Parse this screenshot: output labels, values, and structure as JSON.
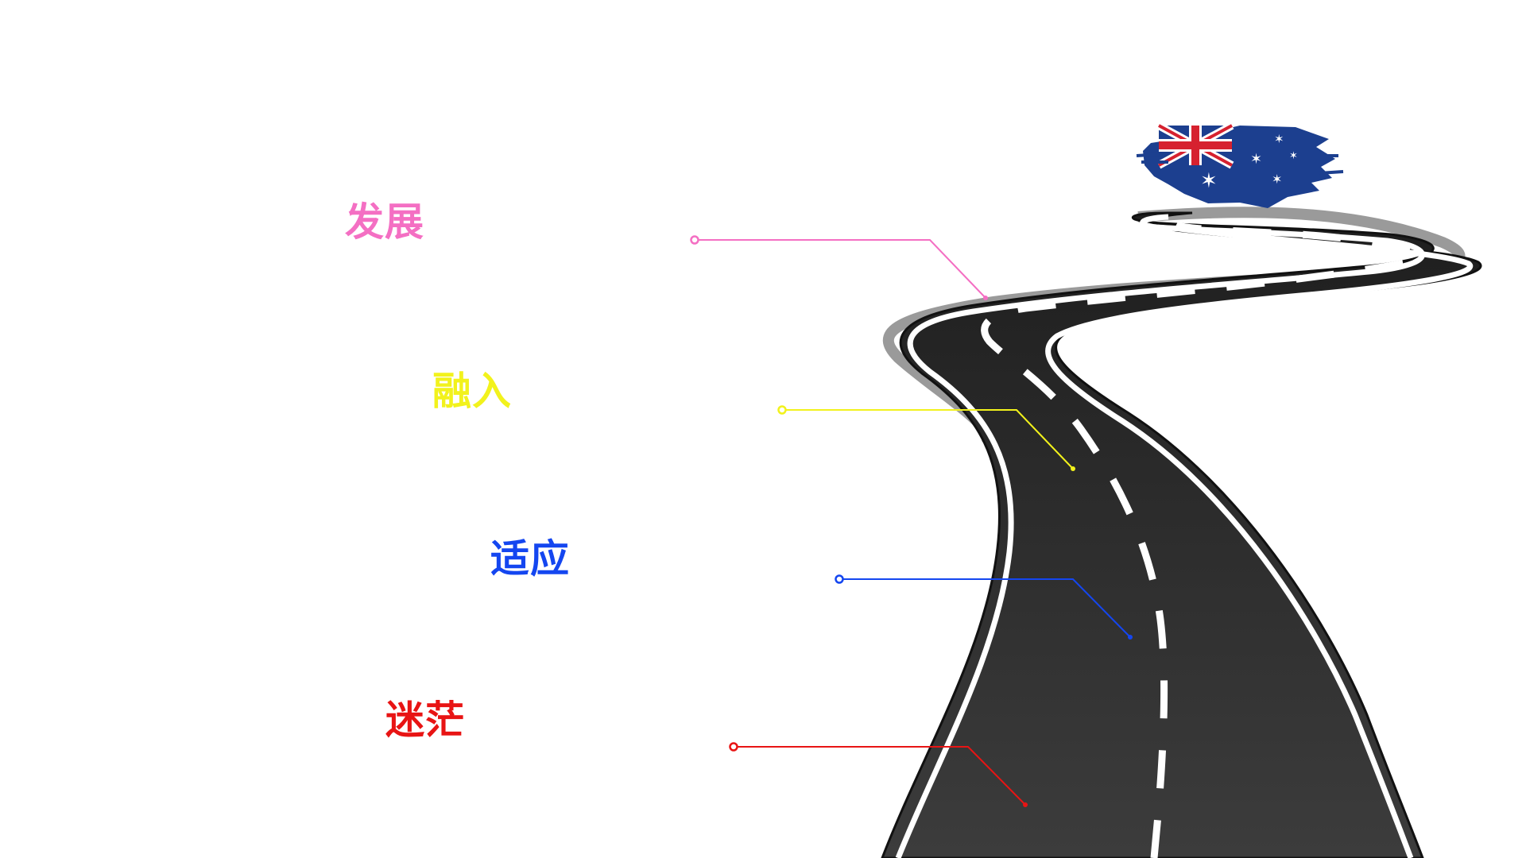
{
  "diagram": {
    "stages": [
      {
        "id": "develop",
        "label": "发展",
        "color": "#f46fc3"
      },
      {
        "id": "integrate",
        "label": "融入",
        "color": "#f2f21c"
      },
      {
        "id": "adapt",
        "label": "适应",
        "color": "#1446f0"
      },
      {
        "id": "confused",
        "label": "迷茫",
        "color": "#e81414"
      }
    ],
    "road": {
      "asphalt_color": "#2f2f2f",
      "edge_line_color": "#ffffff",
      "shadow_color": "#8c8c8c"
    },
    "flag": {
      "icon": "australian-flag",
      "blue": "#1c3f8f",
      "red": "#d6212f",
      "white": "#ffffff"
    }
  }
}
